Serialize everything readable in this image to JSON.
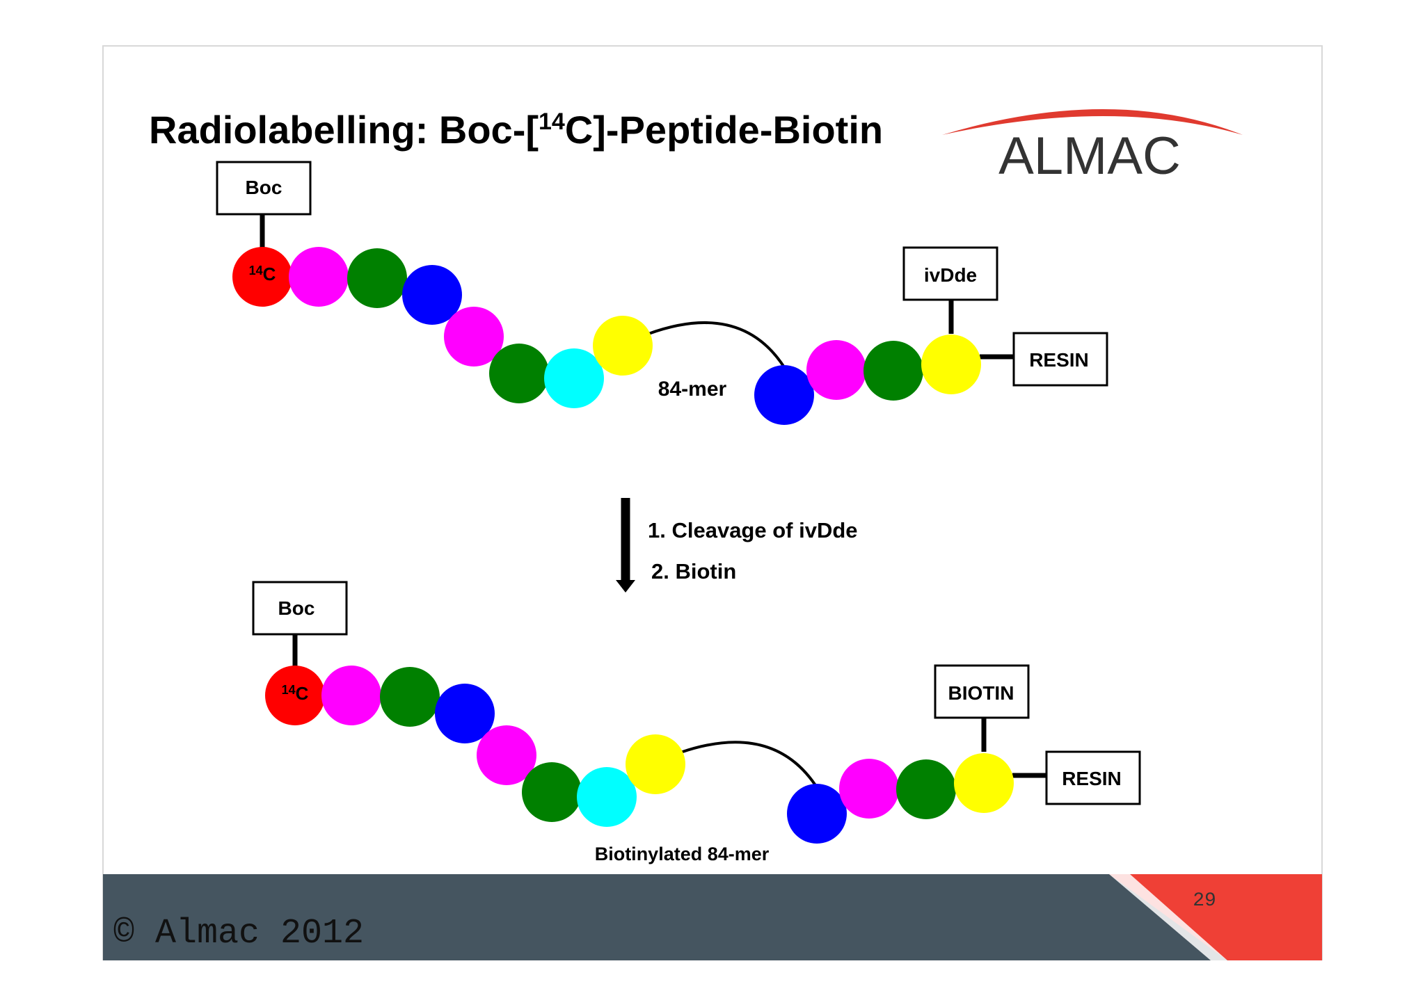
{
  "title": {
    "prefix": "Radiolabelling: Boc-[",
    "sup": "14",
    "suffix": "C]-Peptide-Biotin"
  },
  "logo": {
    "text": "ALMAC"
  },
  "top_chain": {
    "protect_label": "Boc",
    "label_sup": "14",
    "label_main": "C",
    "linker_label": "84-mer",
    "side_label": "ivDde",
    "resin_label": "RESIN"
  },
  "steps": [
    "1. Cleavage of ivDde",
    "2. Biotin"
  ],
  "bottom_chain": {
    "protect_label": "Boc",
    "label_sup": "14",
    "label_main": "C",
    "linker_label": "Biotinylated 84-mer",
    "side_label": "BIOTIN",
    "resin_label": "RESIN"
  },
  "footer": {
    "copyright": "© Almac 2012",
    "page_number": "29"
  },
  "colors": {
    "red": "#ff0000",
    "magenta": "#ff00ff",
    "green": "#008000",
    "blue": "#0000ff",
    "cyan": "#00ffff",
    "yellow": "#ffff00",
    "footer": "#455560",
    "accent": "#ef4036",
    "logo_arc": "#e03a2f",
    "logo_text": "#333333"
  },
  "bead_sequence": [
    "red",
    "magenta",
    "green",
    "blue",
    "magenta",
    "green",
    "cyan",
    "yellow",
    "blue",
    "magenta",
    "green",
    "yellow"
  ]
}
